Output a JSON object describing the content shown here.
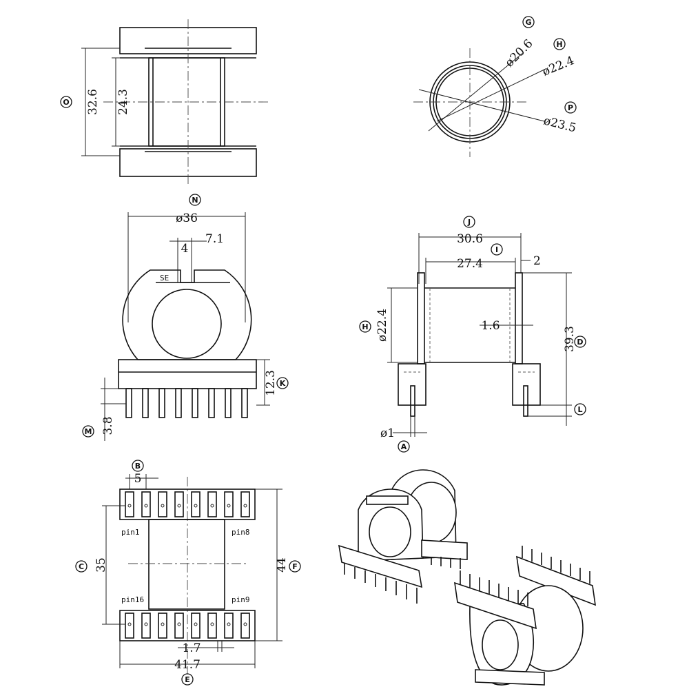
{
  "top_left": {
    "dim_outer": "32.6",
    "dim_inner": "24.3",
    "callout": "O"
  },
  "top_right": {
    "d1": "ø20.6",
    "d2": "ø22.4",
    "d3": "ø23.5",
    "callouts": [
      "G",
      "H",
      "P"
    ]
  },
  "mid_left": {
    "dia": "ø36",
    "slot_w": "4",
    "slot_gap": "7.1",
    "height": "12.3",
    "pin_len": "3.8",
    "marking": "SE",
    "callouts": [
      "N",
      "K",
      "M"
    ]
  },
  "mid_right": {
    "width": "30.6",
    "inner_width": "27.4",
    "flange": "2",
    "wall": "1.6",
    "bore": "ø22.4",
    "height": "39.3",
    "pin_dia": "ø1",
    "callouts": [
      "J",
      "I",
      "H",
      "D",
      "L",
      "A"
    ]
  },
  "bottom_left": {
    "pitch": "5",
    "row_span": "35",
    "overall": "44",
    "pin1": "pin1",
    "pin8": "pin8",
    "pin16": "pin16",
    "pin9": "pin9",
    "gap": "1.7",
    "length": "41.7",
    "callouts": [
      "B",
      "C",
      "F",
      "E"
    ]
  }
}
